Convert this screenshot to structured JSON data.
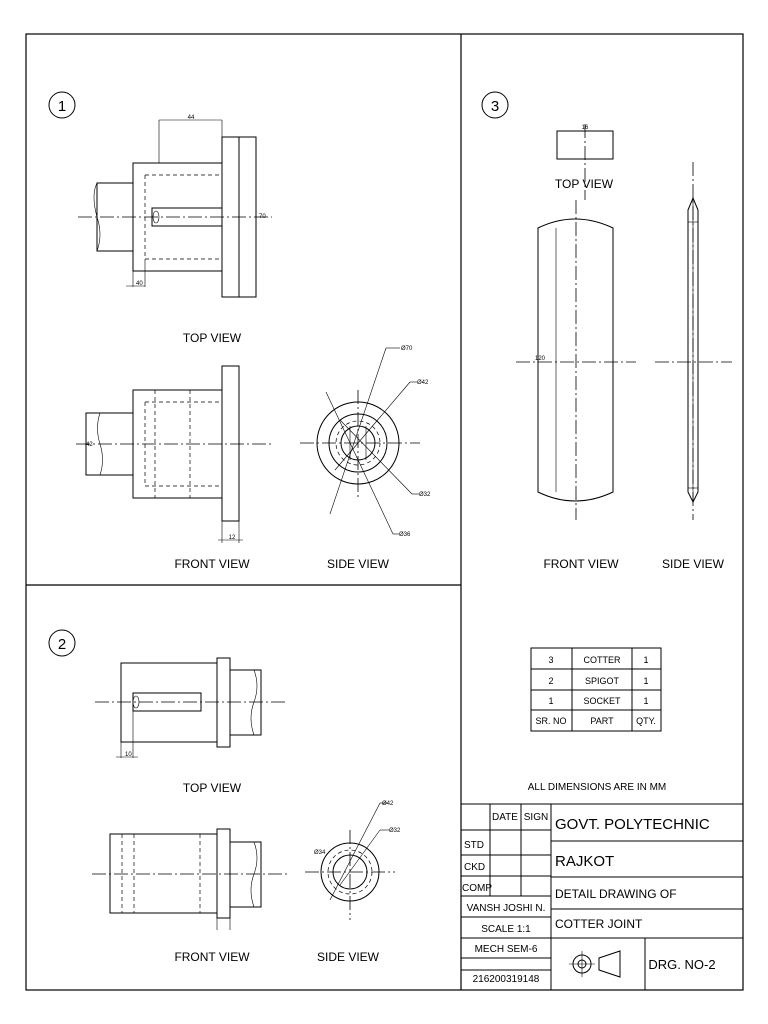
{
  "panels": [
    {
      "number": "1",
      "views": [
        "TOP VIEW",
        "FRONT VIEW",
        "SIDE VIEW"
      ]
    },
    {
      "number": "2",
      "views": [
        "TOP VIEW",
        "FRONT VIEW",
        "SIDE VIEW"
      ]
    },
    {
      "number": "3",
      "views": [
        "TOP VIEW",
        "FRONT VIEW",
        "SIDE VIEW"
      ]
    }
  ],
  "dimensions": {
    "p1_top_width": "44",
    "p1_top_height": "70",
    "p1_top_bottom": "40",
    "p1_front_dia": "42",
    "p1_front_bottom": "12",
    "p1_side_d70": "Ø70",
    "p1_side_d42": "Ø42",
    "p1_side_d32": "Ø32",
    "p1_side_d36": "Ø36",
    "p2_top_bottom": "10",
    "p2_side_d42": "Ø42",
    "p2_side_d32": "Ø32",
    "p2_side_d34": "Ø34",
    "p3_top_dim": "16",
    "p3_front_dim": "120"
  },
  "parts_table": {
    "headers": [
      "SR. NO",
      "PART",
      "QTY."
    ],
    "rows": [
      [
        "3",
        "COTTER",
        "1"
      ],
      [
        "2",
        "SPIGOT",
        "1"
      ],
      [
        "1",
        "SOCKET",
        "1"
      ]
    ]
  },
  "note": "ALL DIMENSIONS ARE IN MM",
  "title_block": {
    "date_label": "DATE",
    "sign_label": "SIGN",
    "std": "STD",
    "ckd": "CKD",
    "comp": "COMP",
    "name": "VANSH JOSHI N.",
    "scale": "SCALE 1:1",
    "course": "MECH SEM-6",
    "enrollment": "216200319148",
    "institute_line1": "GOVT. POLYTECHNIC",
    "institute_line2": "RAJKOT",
    "title_line1": "DETAIL DRAWING OF",
    "title_line2": "COTTER JOINT",
    "drawing_no": "DRG. NO-2"
  }
}
